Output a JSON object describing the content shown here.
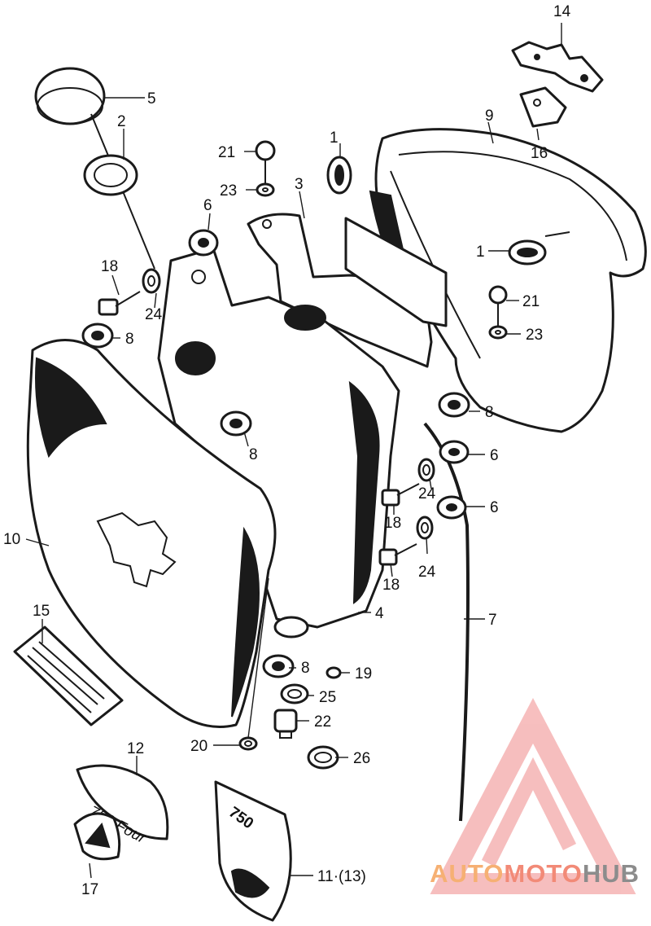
{
  "callouts": [
    "1",
    "1",
    "2",
    "3",
    "4",
    "5",
    "6",
    "6",
    "6",
    "7",
    "8",
    "8",
    "8",
    "8",
    "9",
    "10",
    "11·(13)",
    "12",
    "14",
    "15",
    "16",
    "17",
    "18",
    "18",
    "18",
    "19",
    "20",
    "21",
    "21",
    "22",
    "23",
    "23",
    "24",
    "24",
    "24",
    "25",
    "26"
  ],
  "decals": {
    "badge": "750",
    "script": "750 Four"
  },
  "watermark": {
    "auto": "AUTO",
    "moto": "MOTO",
    "hub": "HUB"
  },
  "colors": {
    "line": "#1a1a1a",
    "wm_auto": "#f6b073",
    "wm_moto": "#f28a77",
    "wm_hub": "#8c8c8c"
  }
}
